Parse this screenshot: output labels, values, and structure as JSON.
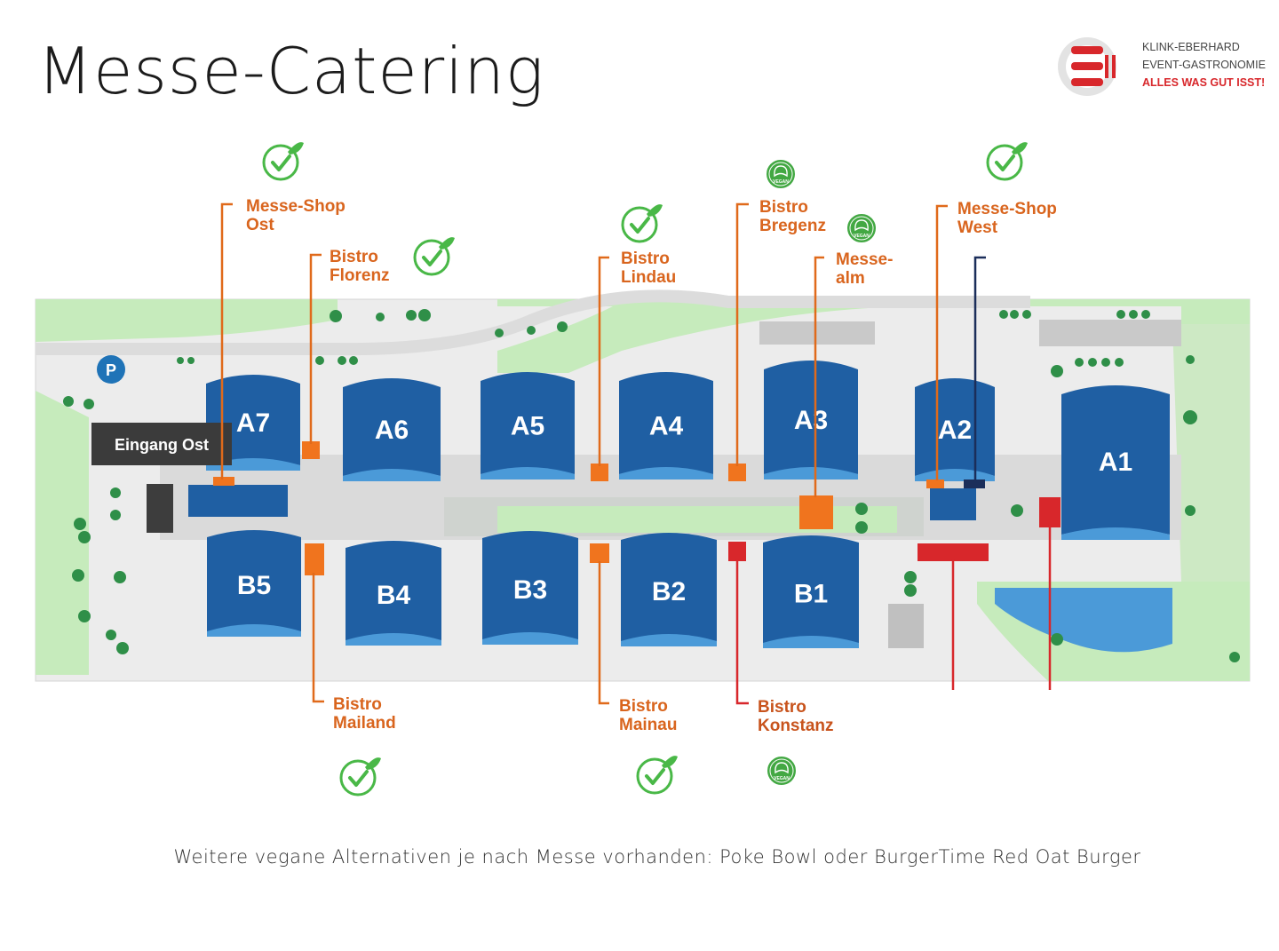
{
  "title": "Messe-Catering",
  "logo": {
    "line1": "KLINK-EBERHARD",
    "line2": "EVENT-GASTRONOMIE",
    "line3": "ALLES WAS GUT ISST!"
  },
  "colors": {
    "hall": "#1f5fa3",
    "hall_glass": "#4b9ad8",
    "callout": "#e06a1b",
    "callout_text": "#d9651e",
    "shop_red": "#d8272b",
    "west_navy": "#1b2e5a",
    "check": "#49b847",
    "grass": "#bfe8b4",
    "ground": "#e6e7e7",
    "road": "#cfd1d1",
    "tree": "#2f8f48",
    "water": "#4b9ad8"
  },
  "map": {
    "entrance": "Eingang Ost",
    "parking": "P",
    "halls_top": [
      "A7",
      "A6",
      "A5",
      "A4",
      "A3",
      "A2",
      "A1"
    ],
    "halls_bottom": [
      "B5",
      "B4",
      "B3",
      "B2",
      "B1"
    ],
    "callouts": [
      {
        "id": "messe-shop-ost",
        "line1": "Messe-Shop",
        "line2": "Ost",
        "badge": "check"
      },
      {
        "id": "bistro-florenz",
        "line1": "Bistro",
        "line2": "Florenz",
        "badge": "check"
      },
      {
        "id": "bistro-lindau",
        "line1": "Bistro",
        "line2": "Lindau",
        "badge": "check"
      },
      {
        "id": "bistro-bregenz",
        "line1": "Bistro",
        "line2": "Bregenz",
        "badge": "vegan"
      },
      {
        "id": "messealm",
        "line1": "Messe-",
        "line2": "alm",
        "badge": "vegan"
      },
      {
        "id": "messe-shop-west",
        "line1": "Messe-Shop",
        "line2": "West",
        "badge": "check"
      },
      {
        "id": "bistro-mailand",
        "line1": "Bistro",
        "line2": "Mailand",
        "badge": "check"
      },
      {
        "id": "bistro-mainau",
        "line1": "Bistro",
        "line2": "Mainau",
        "badge": "check"
      },
      {
        "id": "bistro-konstanz",
        "line1": "Bistro",
        "line2": "Konstanz",
        "badge": "vegan"
      }
    ],
    "vegan_badge_label": "VEGAN"
  },
  "footnote": "Weitere vegane Alternativen je nach Messe vorhanden: Poke Bowl oder BurgerTime Red Oat Burger"
}
